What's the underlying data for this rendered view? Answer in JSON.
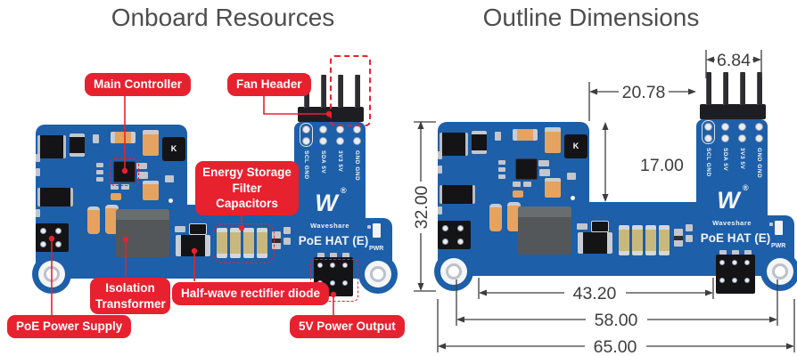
{
  "titles": {
    "left": "Onboard Resources",
    "right": "Outline Dimensions"
  },
  "callouts": {
    "main_controller": "Main Controller",
    "fan_header": "Fan Header",
    "energy_storage": "Energy Storage Filter Capacitors",
    "isolation_transformer": "Isolation Transformer",
    "half_wave_diode": "Half-wave rectifier diode",
    "poe_power_supply": "PoE Power Supply",
    "power_output_5v": "5V Power Output"
  },
  "pcb": {
    "pin_labels": [
      "SCL GND",
      "SDA 5V",
      "3V3 5V",
      "GND GND"
    ],
    "brand": "Waveshare",
    "logo_mark": "W",
    "registered_mark": "®",
    "product_name": "PoE HAT (E)",
    "pwr_label": "PWR",
    "chip_mark": "K"
  },
  "dimensions": {
    "header_pin_width": "6.84",
    "header_offset": "20.78",
    "upper_section_height": "17.00",
    "board_height": "32.00",
    "inner_span": "43.20",
    "hole_span": "58.00",
    "board_width": "65.00"
  },
  "colors": {
    "board_blue": "#1d5fa8",
    "callout_red": "#e8212f"
  }
}
